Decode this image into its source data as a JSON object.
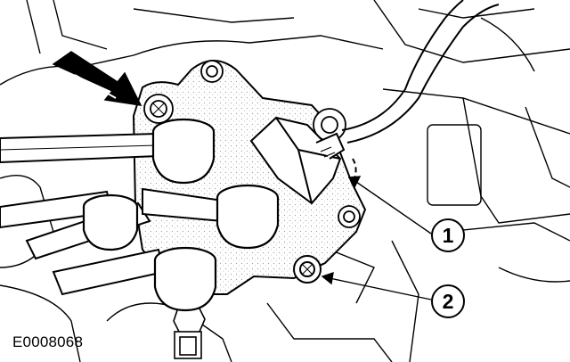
{
  "figure": {
    "reference_id": "E0008068",
    "callouts": [
      {
        "number": "1"
      },
      {
        "number": "2"
      }
    ]
  },
  "colors": {
    "ink": "#000000",
    "paper": "#ffffff",
    "shade": "#d9d9d9"
  }
}
